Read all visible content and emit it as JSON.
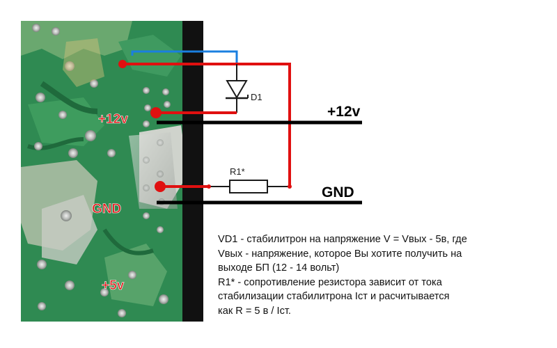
{
  "labels": {
    "board_plus12": "+12v",
    "board_gnd": "GND",
    "board_plus5": "+5v",
    "out_plus12": "+12v",
    "out_gnd": "GND",
    "diode": "D1",
    "resistor": "R1*"
  },
  "note": {
    "lines": [
      "VD1 - стабилитрон на напряжение V = Vвых - 5в, где",
      "Vвых - напряжение, которое Вы хотите получить на",
      "выходе БП (12 - 14 вольт)",
      "R1* - сопротивление резистора зависит от тока",
      "стабилизации стабилитрона Iст и расчитывается",
      "как R = 5 в / Iст."
    ]
  },
  "colors": {
    "wire_red": "#e01010",
    "wire_blue": "#1a7fe0",
    "wire_black": "#000000",
    "pcb_green": "#2f8a52",
    "board_label": "#e02020"
  }
}
